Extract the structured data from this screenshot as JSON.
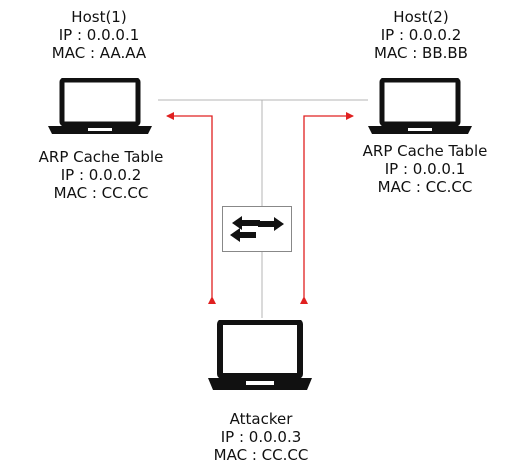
{
  "colors": {
    "line": "#b4b4b4",
    "arrow": "#e02020",
    "device": "#111111"
  },
  "hosts": [
    {
      "name": "Host(1)",
      "ip": "IP : 0.0.0.1",
      "mac": "MAC : AA.AA"
    },
    {
      "name": "Host(2)",
      "ip": "IP : 0.0.0.2",
      "mac": "MAC : BB.BB"
    }
  ],
  "caches": [
    {
      "title": "ARP Cache Table",
      "ip": "IP : 0.0.0.2",
      "mac": "MAC : CC.CC"
    },
    {
      "title": "ARP Cache Table",
      "ip": "IP : 0.0.0.1",
      "mac": "MAC : CC.CC"
    }
  ],
  "attacker": {
    "name": "Attacker",
    "ip": "IP : 0.0.0.3",
    "mac": "MAC : CC.CC"
  },
  "icons": {
    "host1": "laptop-icon",
    "host2": "laptop-icon",
    "attacker": "laptop-icon",
    "switch": "switch-icon"
  }
}
